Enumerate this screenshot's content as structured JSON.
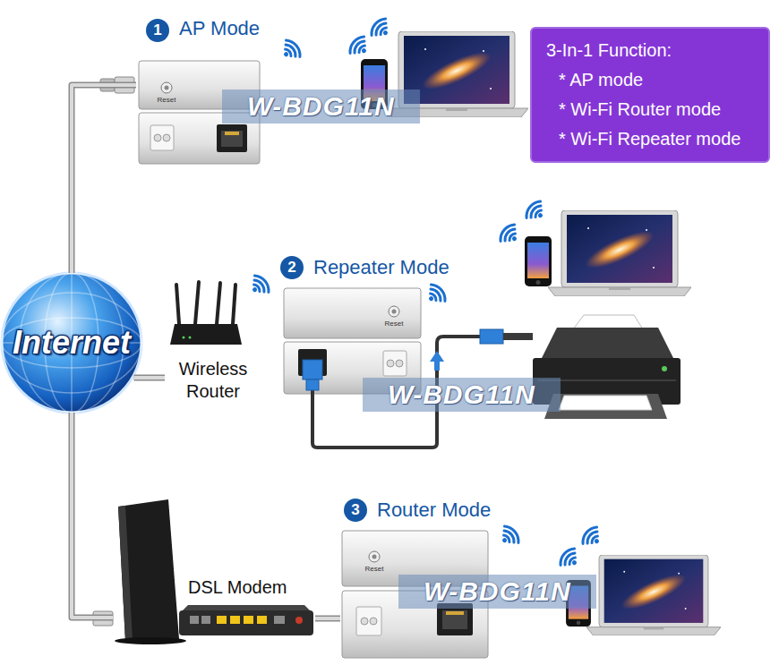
{
  "diagram": {
    "nodes": [
      {
        "text": [
          "AP Mode"
        ]
      },
      {
        "text": [
          "3-In-1 Function:",
          "* AP mode",
          "* Wi-Fi Router mode",
          "* Wi-Fi Repeater mode"
        ]
      },
      {
        "text": [
          "Repeater Mode"
        ]
      },
      {
        "text": [
          "Internet"
        ]
      },
      {
        "text": [
          "Wireless Router"
        ]
      },
      {
        "text": [
          "Router Mode"
        ]
      },
      {
        "text": [
          "DSL Modem"
        ]
      }
    ],
    "edges": [
      {
        "from": 3,
        "to": 0,
        "arrow": "none"
      },
      {
        "from": 3,
        "to": 4,
        "arrow": "none"
      },
      {
        "from": 3,
        "to": 6,
        "arrow": "none"
      },
      {
        "from": 6,
        "to": 5,
        "arrow": "none"
      }
    ],
    "labels": [
      "1",
      "2",
      "3",
      "W-BDG11N",
      "W-BDG11N",
      "W-BDG11N",
      "Reset",
      "Reset",
      "Reset"
    ]
  }
}
